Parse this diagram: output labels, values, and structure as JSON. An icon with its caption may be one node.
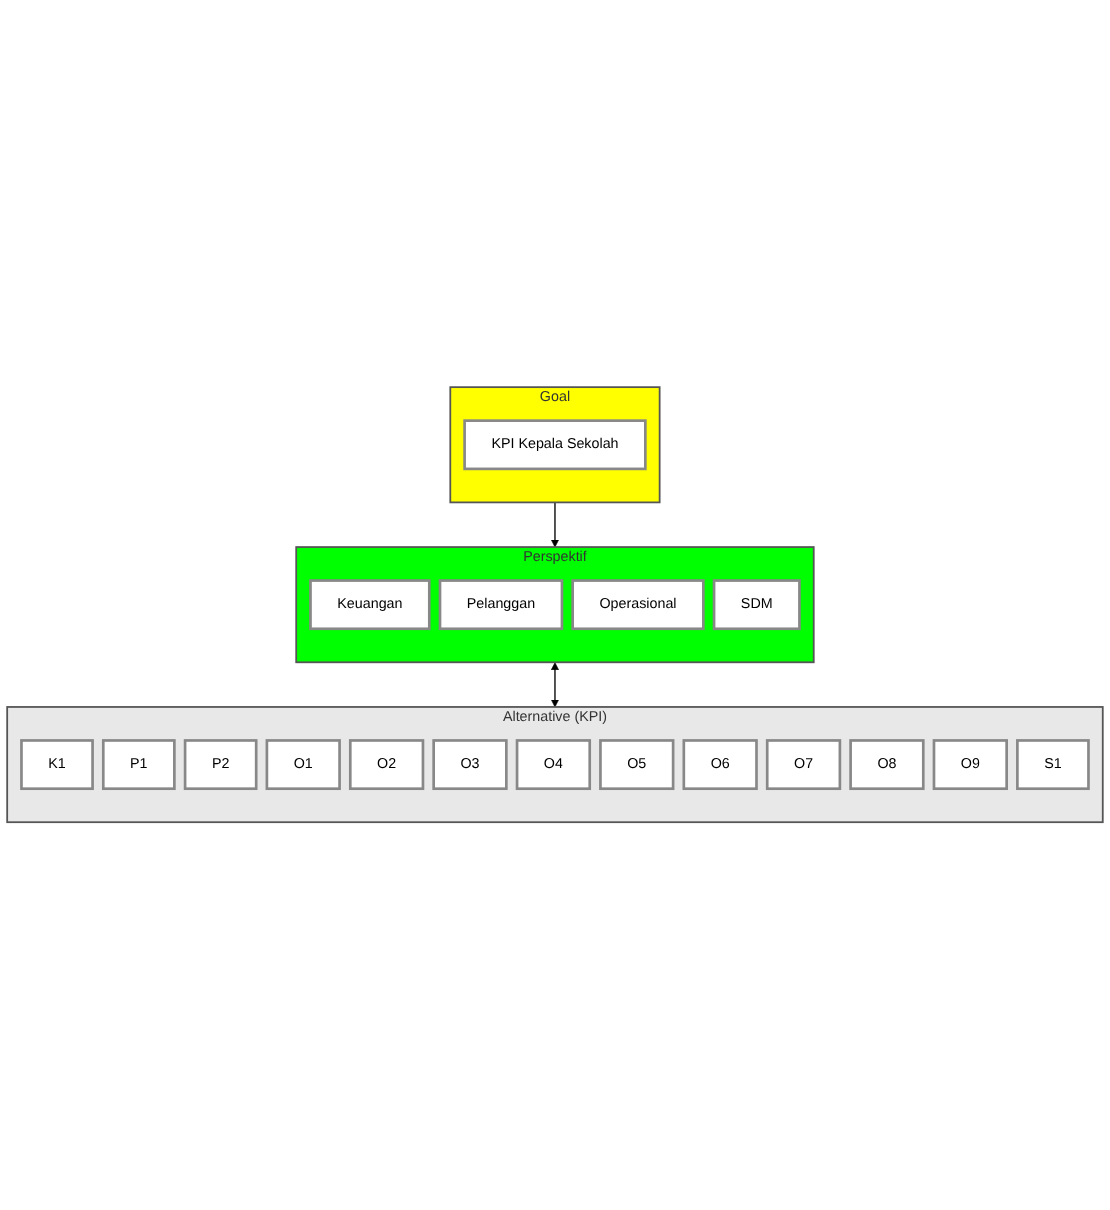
{
  "diagram": {
    "nodes": [
      {
        "text": [
          "Goal"
        ]
      },
      {
        "text": [
          "KPI Kepala Sekolah"
        ],
        "in": 0
      },
      {
        "text": [
          "Perspektif"
        ]
      },
      {
        "text": [
          "Keuangan"
        ],
        "in": 2
      },
      {
        "text": [
          "Pelanggan"
        ],
        "in": 2
      },
      {
        "text": [
          "Operasional"
        ],
        "in": 2
      },
      {
        "text": [
          "SDM"
        ],
        "in": 2
      },
      {
        "text": [
          "Alternative (KPI)"
        ]
      },
      {
        "text": [
          "K1"
        ],
        "in": 7
      },
      {
        "text": [
          "P1"
        ],
        "in": 7
      },
      {
        "text": [
          "P2"
        ],
        "in": 7
      },
      {
        "text": [
          "O1"
        ],
        "in": 7
      },
      {
        "text": [
          "O2"
        ],
        "in": 7
      },
      {
        "text": [
          "O3"
        ],
        "in": 7
      },
      {
        "text": [
          "O4"
        ],
        "in": 7
      },
      {
        "text": [
          "O5"
        ],
        "in": 7
      },
      {
        "text": [
          "O6"
        ],
        "in": 7
      },
      {
        "text": [
          "O7"
        ],
        "in": 7
      },
      {
        "text": [
          "O8"
        ],
        "in": 7
      },
      {
        "text": [
          "O9"
        ],
        "in": 7
      },
      {
        "text": [
          "S1"
        ],
        "in": 7
      }
    ],
    "edges": [
      {
        "from": 0,
        "to": 2,
        "arrow": "to"
      },
      {
        "from": 2,
        "to": 7,
        "arrow": "both"
      }
    ]
  }
}
